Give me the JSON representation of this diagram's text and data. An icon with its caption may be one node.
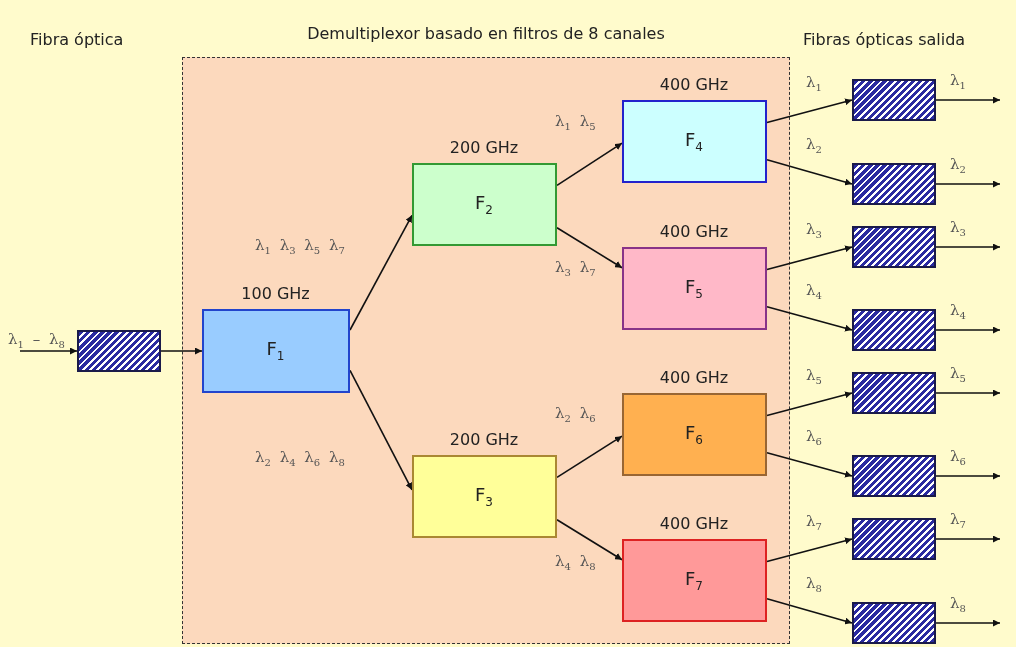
{
  "diagram": {
    "nodes": [
      {
        "text": [
          "Demultiplexor basado en filtros de 8 canales"
        ]
      },
      {
        "text": [],
        "shape": "box"
      },
      {
        "text": [
          "F$_{1}$"
        ],
        "beside": [
          "100 GHz"
        ],
        "in": 0
      },
      {
        "text": [
          "F$_{2}$"
        ],
        "beside": [
          "200 GHz"
        ],
        "in": 0
      },
      {
        "text": [
          "F$_{3}$"
        ],
        "beside": [
          "200 GHz"
        ],
        "in": 0
      },
      {
        "text": [
          "F$_{4}$"
        ],
        "beside": [
          "400 GHz"
        ],
        "in": 0
      },
      {
        "text": [
          "F$_{5}$"
        ],
        "beside": [
          "400 GHz"
        ],
        "in": 0
      },
      {
        "text": [
          "F$_{6}$"
        ],
        "beside": [
          "400 GHz"
        ],
        "in": 0
      },
      {
        "text": [
          "F$_{7}$"
        ],
        "beside": [
          "400 GHz"
        ],
        "in": 0
      },
      {
        "text": [],
        "shape": "box"
      },
      {
        "text": [],
        "shape": "box"
      },
      {
        "text": [],
        "shape": "box"
      },
      {
        "text": [],
        "shape": "box"
      },
      {
        "text": [],
        "shape": "box"
      },
      {
        "text": [],
        "shape": "box"
      },
      {
        "text": [],
        "shape": "box"
      },
      {
        "text": [],
        "shape": "box"
      }
    ],
    "edges": [
      {
        "from": null,
        "to": 1,
        "arrow": "to",
        "label": "λ$_{1}$ – λ$_{8}$"
      },
      {
        "from": 1,
        "to": 2,
        "arrow": "to"
      },
      {
        "from": 2,
        "to": 3,
        "arrow": "to",
        "label": "λ$_{1}$ λ$_{3}$ λ$_{5}$ λ$_{7}$"
      },
      {
        "from": 2,
        "to": 4,
        "arrow": "to",
        "label": "λ$_{2}$ λ$_{4}$ λ$_{6}$ λ$_{8}$"
      },
      {
        "from": 3,
        "to": 5,
        "arrow": "to",
        "label": "λ$_{1}$ λ$_{5}$"
      },
      {
        "from": 3,
        "to": 6,
        "arrow": "to",
        "label": "λ$_{3}$ λ$_{7}$"
      },
      {
        "from": 4,
        "to": 7,
        "arrow": "to",
        "label": "λ$_{2}$ λ$_{6}$"
      },
      {
        "from": 4,
        "to": 8,
        "arrow": "to",
        "label": "λ$_{4}$ λ$_{8}$"
      },
      {
        "from": 5,
        "to": 9,
        "arrow": "to",
        "label": "λ$_{1}$"
      },
      {
        "from": 5,
        "to": 10,
        "arrow": "to",
        "label": "λ$_{2}$"
      },
      {
        "from": 6,
        "to": 11,
        "arrow": "to",
        "label": "λ$_{3}$"
      },
      {
        "from": 6,
        "to": 12,
        "arrow": "to",
        "label": "λ$_{4}$"
      },
      {
        "from": 7,
        "to": 13,
        "arrow": "to",
        "label": "λ$_{5}$"
      },
      {
        "from": 7,
        "to": 14,
        "arrow": "to",
        "label": "λ$_{6}$"
      },
      {
        "from": 8,
        "to": 15,
        "arrow": "to",
        "label": "λ$_{7}$"
      },
      {
        "from": 8,
        "to": 16,
        "arrow": "to",
        "label": "λ$_{8}$"
      },
      {
        "from": 9,
        "to": null,
        "arrow": "to",
        "label": "λ$_{1}$"
      },
      {
        "from": 10,
        "to": null,
        "arrow": "to",
        "label": "λ$_{2}$"
      },
      {
        "from": 11,
        "to": null,
        "arrow": "to",
        "label": "λ$_{3}$"
      },
      {
        "from": 12,
        "to": null,
        "arrow": "to",
        "label": "λ$_{4}$"
      },
      {
        "from": 13,
        "to": null,
        "arrow": "to",
        "label": "λ$_{5}$"
      },
      {
        "from": 14,
        "to": null,
        "arrow": "to",
        "label": "λ$_{6}$"
      },
      {
        "from": 15,
        "to": null,
        "arrow": "to",
        "label": "λ$_{7}$"
      },
      {
        "from": 16,
        "to": null,
        "arrow": "to",
        "label": "λ$_{8}$"
      }
    ],
    "labels": [
      "Fibra óptica",
      "Fibras ópticas salida"
    ]
  }
}
